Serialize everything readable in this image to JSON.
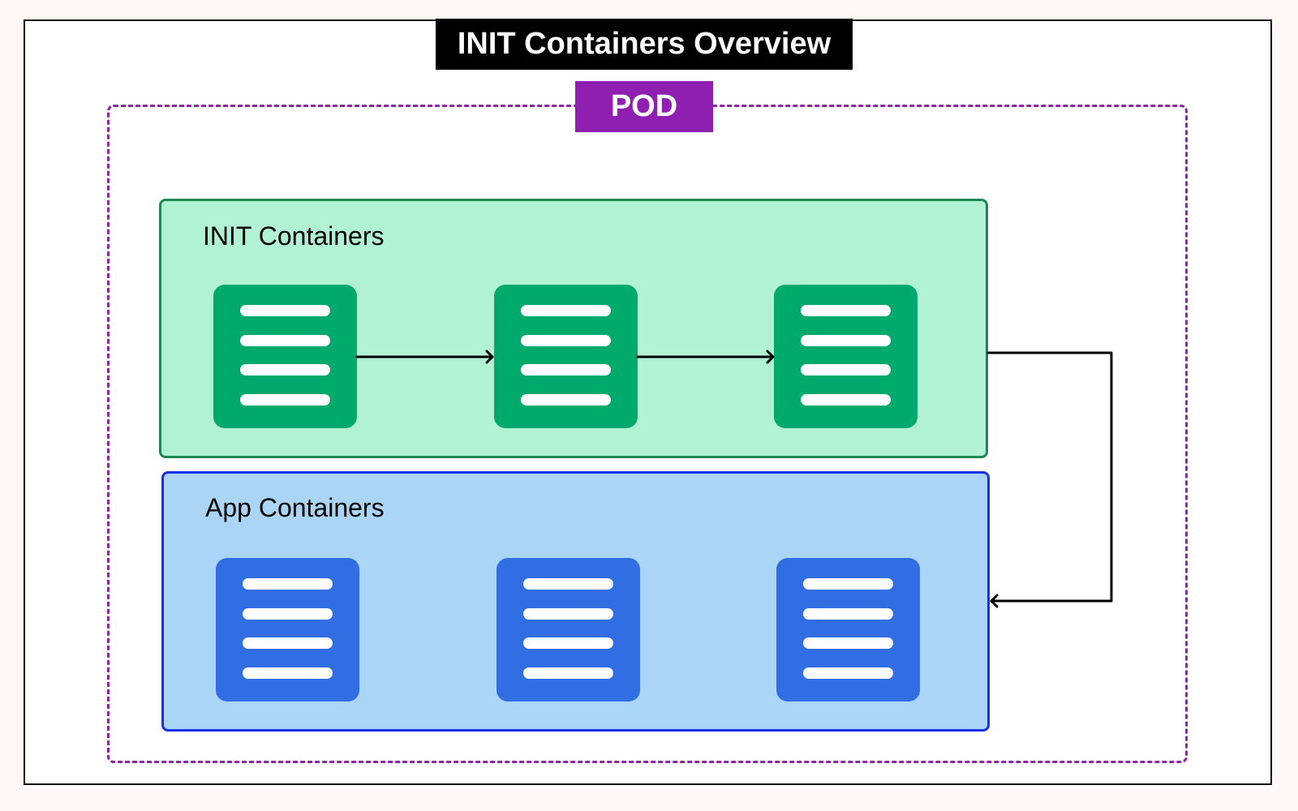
{
  "title": "INIT Containers Overview",
  "pod": {
    "label": "POD"
  },
  "groups": {
    "init": {
      "label": "INIT Containers",
      "containers": [
        {
          "name": "init-container-1",
          "icon": "list-icon"
        },
        {
          "name": "init-container-2",
          "icon": "list-icon"
        },
        {
          "name": "init-container-3",
          "icon": "list-icon"
        }
      ]
    },
    "app": {
      "label": "App Containers",
      "containers": [
        {
          "name": "app-container-1",
          "icon": "list-icon"
        },
        {
          "name": "app-container-2",
          "icon": "list-icon"
        },
        {
          "name": "app-container-3",
          "icon": "list-icon"
        }
      ]
    }
  },
  "edges": [
    {
      "from": "init-container-1",
      "to": "init-container-2"
    },
    {
      "from": "init-container-2",
      "to": "init-container-3"
    },
    {
      "from": "init-containers-group",
      "to": "app-containers-group"
    }
  ],
  "colors": {
    "pod_border": "#8e24aa",
    "pod_label_bg": "#8e1fb0",
    "init_bg": "#b2f2d4",
    "init_border": "#1d8752",
    "init_icon": "#00aa6c",
    "app_bg": "#abd5f7",
    "app_border": "#1a2fe8",
    "app_icon": "#316ee3"
  }
}
